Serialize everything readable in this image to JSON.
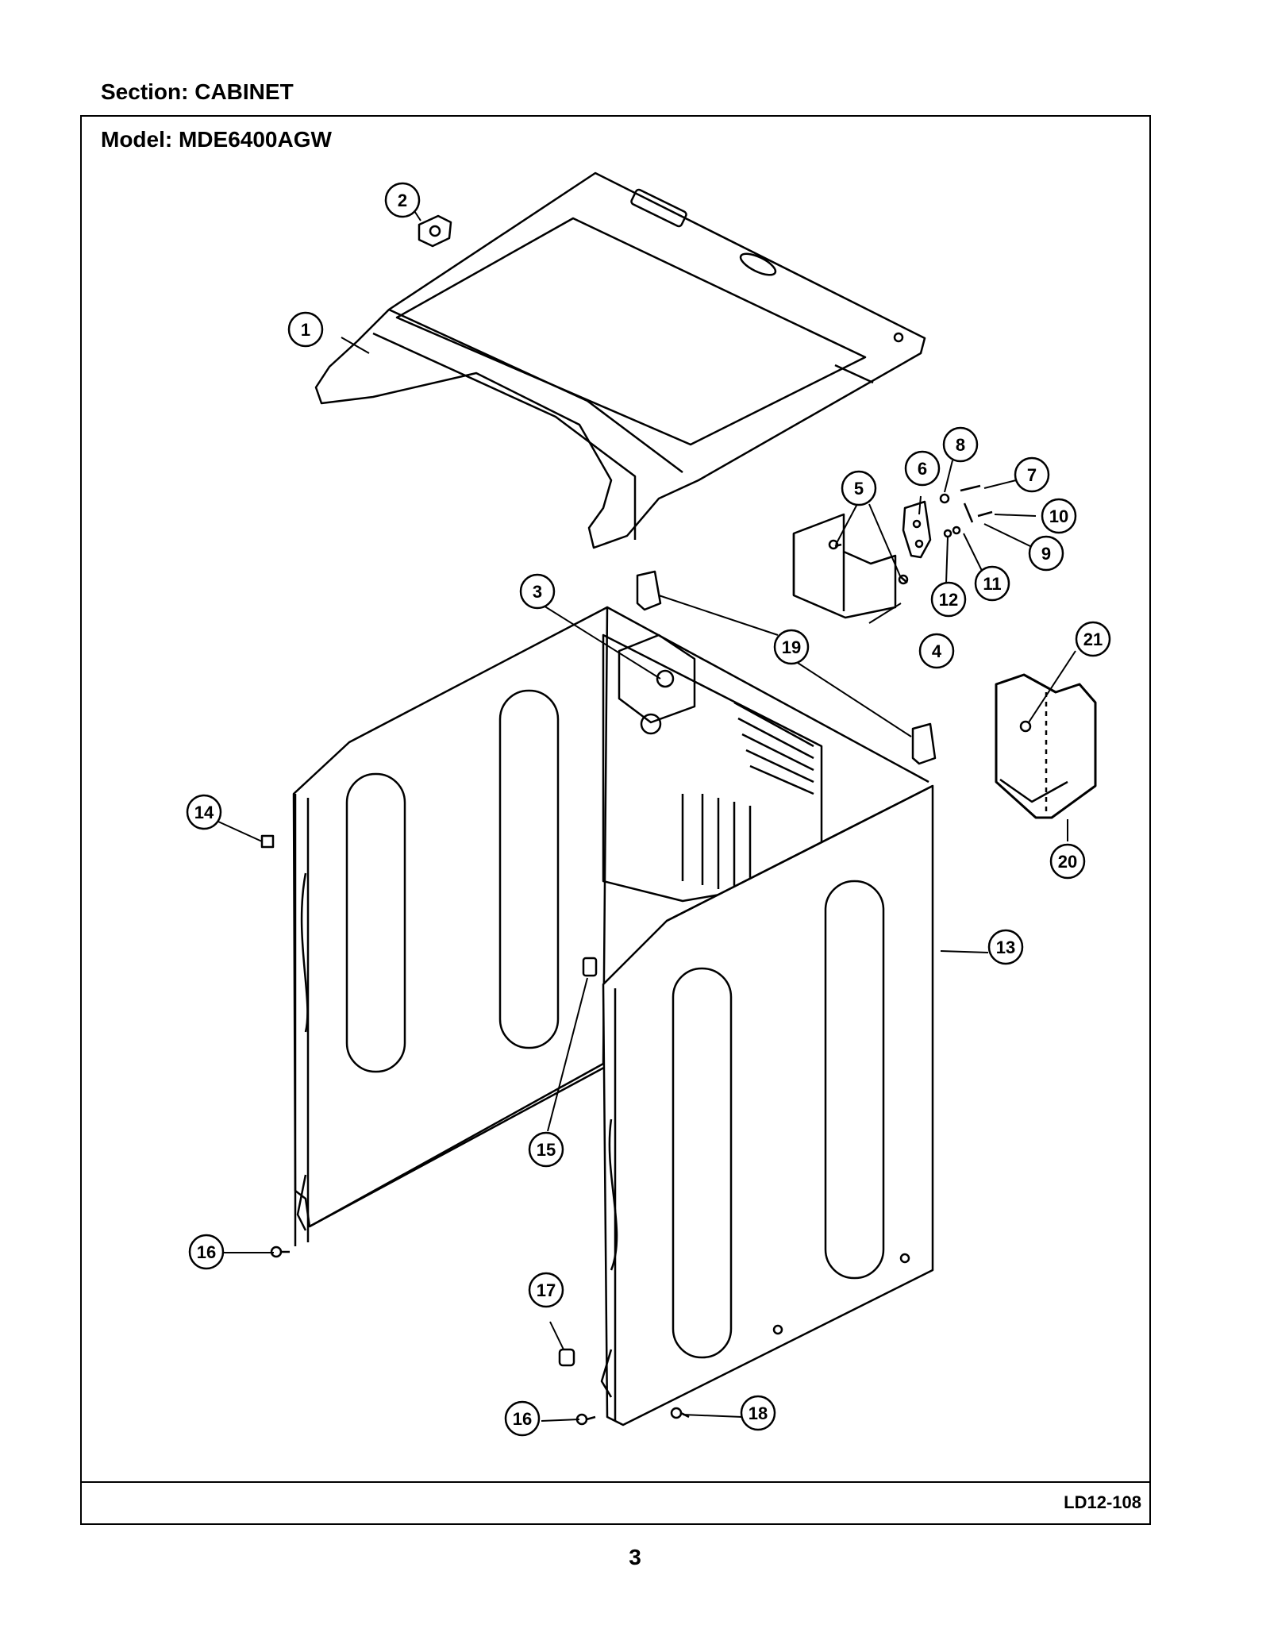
{
  "header": {
    "section_label": "Section:  CABINET",
    "model_label": "Model:  MDE6400AGW"
  },
  "footer": {
    "ref_code": "LD12-108",
    "page_number": "3"
  },
  "callouts": [
    "1",
    "2",
    "3",
    "4",
    "5",
    "6",
    "7",
    "8",
    "9",
    "10",
    "11",
    "12",
    "13",
    "14",
    "15",
    "16",
    "16",
    "17",
    "18",
    "19",
    "20",
    "21"
  ]
}
